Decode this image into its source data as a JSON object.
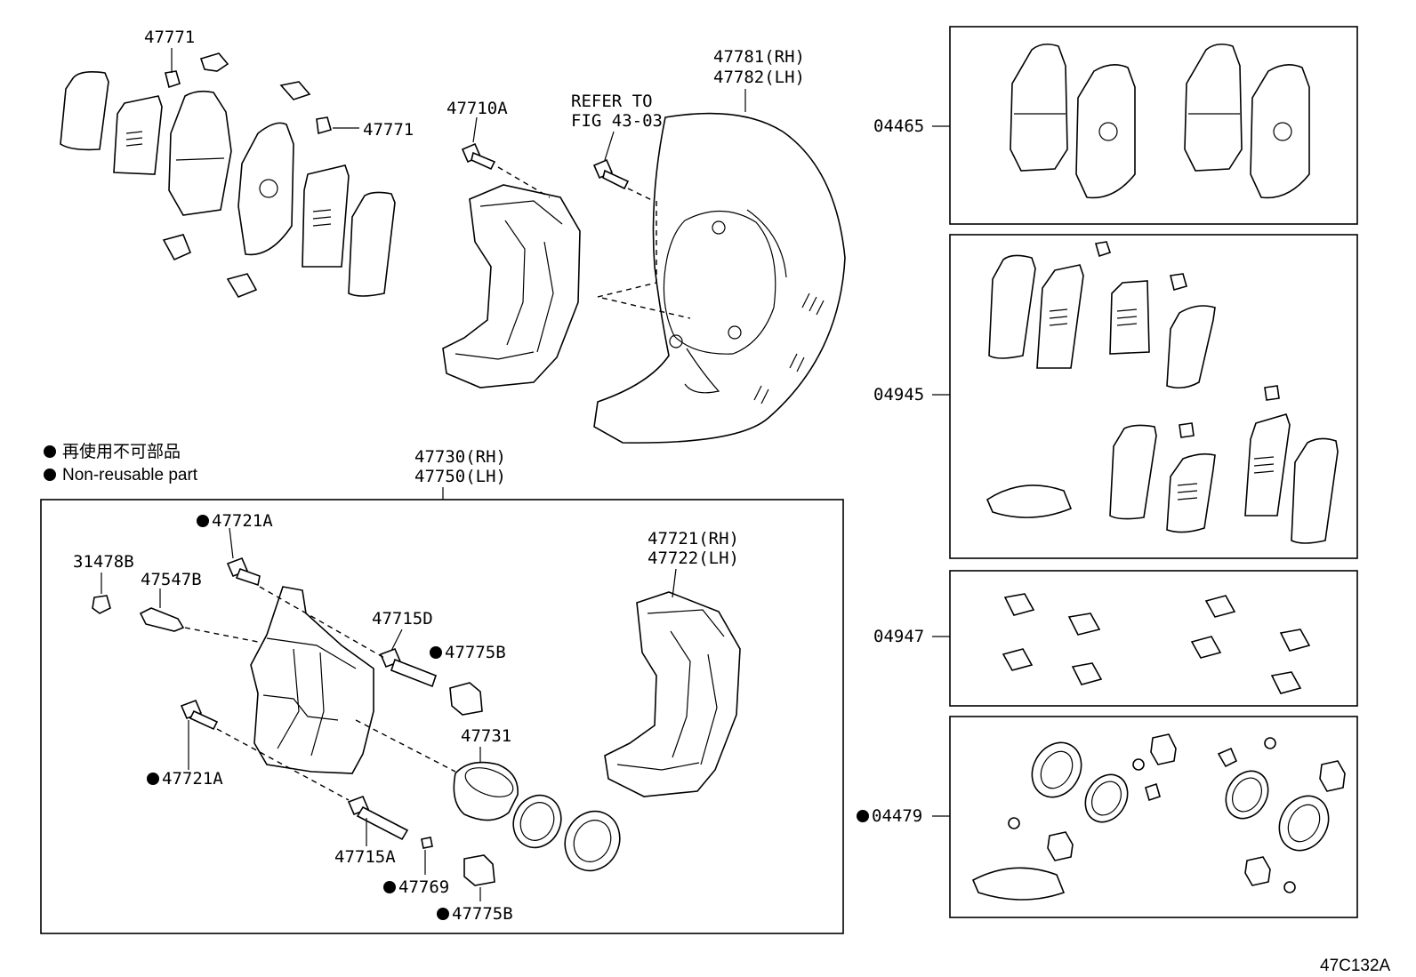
{
  "legend": {
    "jp": "再使用不可部品",
    "en": "Non-reusable part"
  },
  "labels": {
    "p47771_top": "47771",
    "p47771_right": "47771",
    "p47710A": "47710A",
    "refer_line1": "REFER TO",
    "refer_line2": "FIG 43-03",
    "p47781": "47781(RH)",
    "p47782": "47782(LH)",
    "p47730": "47730(RH)",
    "p47750": "47750(LH)",
    "p47721A_top": "47721A",
    "p31478B": "31478B",
    "p47547B": "47547B",
    "p47715D": "47715D",
    "p47775B_top": "47775B",
    "p47721A_bottom": "47721A",
    "p47731": "47731",
    "p47715A": "47715A",
    "p47769": "47769",
    "p47775B_bottom": "47775B",
    "p47721": "47721(RH)",
    "p47722": "47722(LH)",
    "p04465": "04465",
    "p04945": "04945",
    "p04947": "04947",
    "p04479": "04479",
    "figure_code": "47C132A"
  }
}
